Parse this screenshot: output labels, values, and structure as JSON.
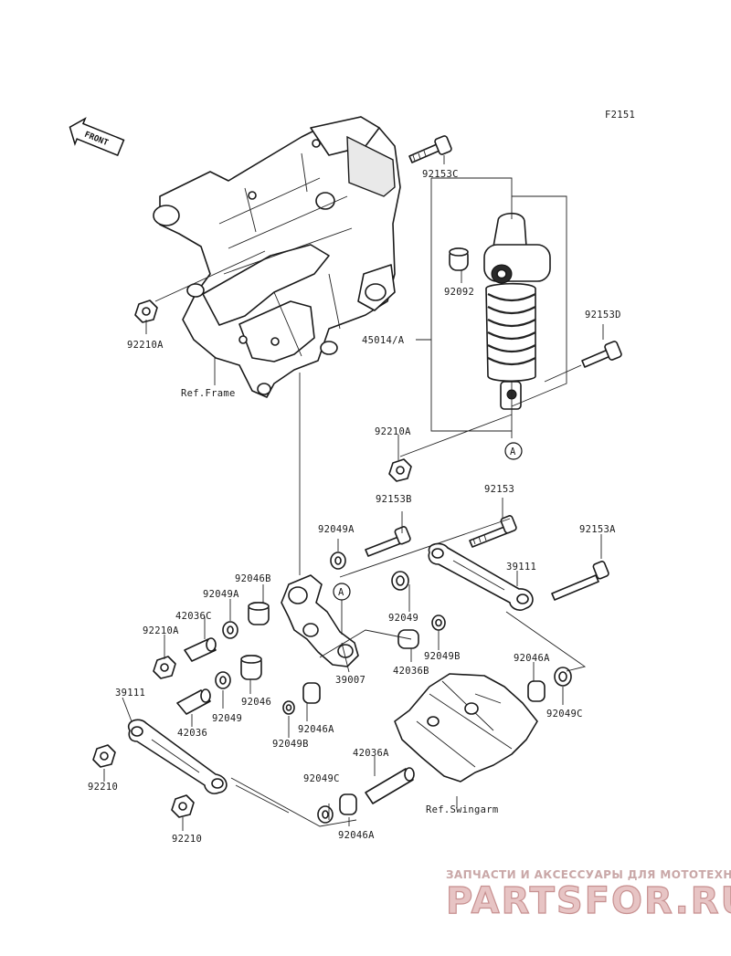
{
  "figure_code": "F2151",
  "direction_label": "FRONT",
  "ref_labels": {
    "frame": "Ref.Frame",
    "swingarm": "Ref.Swingarm"
  },
  "marker_letter": "A",
  "parts": {
    "p92153C": "92153C",
    "p92092": "92092",
    "p45014A": "45014/A",
    "p92153D": "92153D",
    "p92210A_top": "92210A",
    "p92210A_mid": "92210A",
    "p92153B": "92153B",
    "p92153": "92153",
    "p92153A": "92153A",
    "p92049A_top": "92049A",
    "p39111_right": "39111",
    "p92046B": "92046B",
    "p92049A_left": "92049A",
    "p42036C": "42036C",
    "p92210A_left": "92210A",
    "p92049": "92049",
    "p92049B_right": "92049B",
    "p42036B": "42036B",
    "p39007": "39007",
    "p92046A_right": "92046A",
    "p92049C_right": "92049C",
    "p39111_left": "39111",
    "p92046": "92046",
    "p92049_low": "92049",
    "p42036": "42036",
    "p92046A_mid": "92046A",
    "p92049B_low": "92049B",
    "p92210_1": "92210",
    "p42036A": "42036A",
    "p92049C_low": "92049C",
    "p92046A_low": "92046A",
    "p92210_2": "92210"
  },
  "watermark": {
    "tagline": "ЗАПЧАСТИ И АКСЕССУАРЫ ДЛЯ МОТОТЕХНИКИ",
    "brand": "PARTSFOR.RU"
  },
  "colors": {
    "ink": "#1a1a1a",
    "watermark": "#e7c4c4"
  }
}
